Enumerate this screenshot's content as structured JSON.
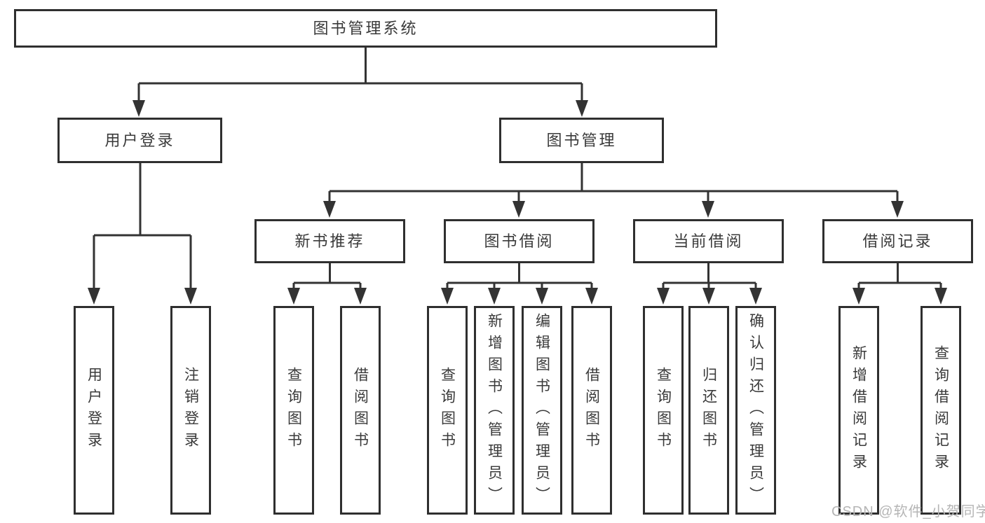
{
  "diagram": {
    "root": {
      "label": "图书管理系统",
      "children": [
        {
          "label": "用户登录",
          "children": [
            {
              "label": "用户登录"
            },
            {
              "label": "注销登录"
            }
          ]
        },
        {
          "label": "图书管理",
          "children": [
            {
              "label": "新书推荐",
              "children": [
                {
                  "label": "查询图书"
                },
                {
                  "label": "借阅图书"
                }
              ]
            },
            {
              "label": "图书借阅",
              "children": [
                {
                  "label": "查询图书"
                },
                {
                  "label": "新增图书（管理员）"
                },
                {
                  "label": "编辑图书（管理员）"
                },
                {
                  "label": "借阅图书"
                }
              ]
            },
            {
              "label": "当前借阅",
              "children": [
                {
                  "label": "查询图书"
                },
                {
                  "label": "归还图书"
                },
                {
                  "label": "确认归还（管理员）"
                }
              ]
            },
            {
              "label": "借阅记录",
              "children": [
                {
                  "label": "新增借阅记录"
                },
                {
                  "label": "查询借阅记录"
                }
              ]
            }
          ]
        }
      ]
    }
  },
  "watermark": {
    "text": "CSDN @软件_小贺同学"
  },
  "colors": {
    "line": "#333333",
    "border": "#2f2f2f",
    "text": "#3a3a3a",
    "watermark": "#b5b5b5",
    "background": "#ffffff"
  }
}
